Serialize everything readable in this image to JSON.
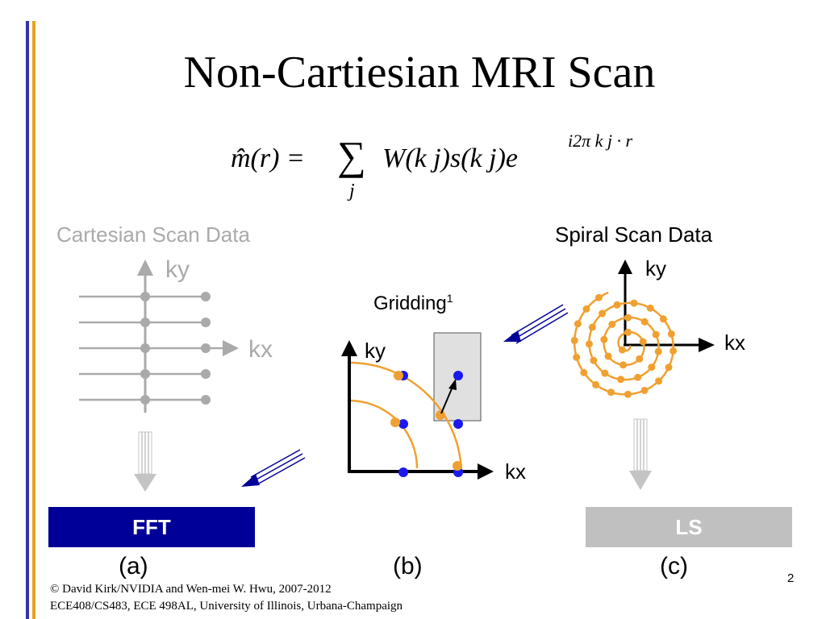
{
  "slide": {
    "title": "Non-Cartiesian MRI Scan",
    "page_number": "2"
  },
  "formula": {
    "lhs": "m̂(r) =",
    "sum_index": "j",
    "rhs": "W(k j)s(k j)e",
    "exponent": "i2π k j · r"
  },
  "cartesian": {
    "label": "Cartesian Scan Data",
    "ky": "ky",
    "kx": "kx",
    "process_label": "FFT",
    "caption": "(a)"
  },
  "gridding": {
    "label": "Gridding",
    "superscript": "1",
    "ky": "ky",
    "kx": "kx",
    "caption": "(b)"
  },
  "spiral": {
    "label": "Spiral Scan Data",
    "ky": "ky",
    "kx": "kx",
    "process_label": "LS",
    "caption": "(c)"
  },
  "footer": {
    "line1": "© David Kirk/NVIDIA and Wen-mei W. Hwu, 2007-2012",
    "line2": "ECE408/CS483, ECE 498AL, University of Illinois, Urbana-Champaign"
  },
  "colors": {
    "accent_blue": "#3333aa",
    "accent_orange": "#e8a21a",
    "gridding_orange": "#f0a030",
    "sample_blue": "#1a1aee",
    "fft_box": "#000099",
    "faded_gray": "#aaaaaa",
    "ls_box": "#c0c0c0"
  }
}
